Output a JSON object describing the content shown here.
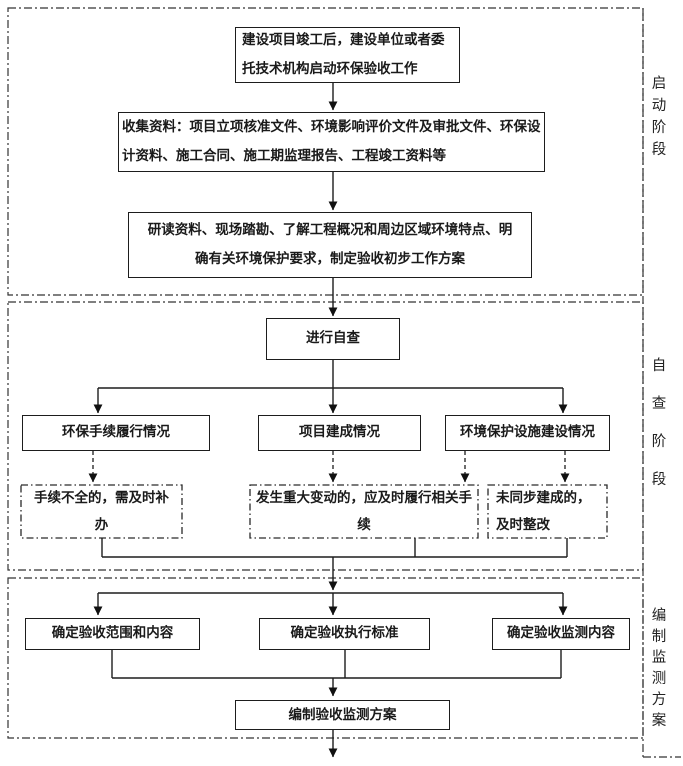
{
  "diagram": {
    "stage_labels": {
      "start": "启动阶段",
      "self_check": "自查阶段",
      "plan": "编制监测方案"
    },
    "start_stage": {
      "box_launch": "建设项目竣工后，建设单位或者委托技术机构启动环保验收工作",
      "box_collect": "收集资料：项目立项核准文件、环境影响评价文件及审批文件、环保设计资料、施工合同、施工期监理报告、工程竣工资料等",
      "box_study": "研读资料、现场踏勘、了解工程概况和周边区域环境特点、明确有关环境保护要求，制定验收初步工作方案"
    },
    "self_check_stage": {
      "box_self_check": "进行自查",
      "box_procedure": "环保手续履行情况",
      "box_completion": "项目建成情况",
      "box_facility": "环境保护设施建设情况",
      "note_incomplete": "手续不全的，需及时补办",
      "note_major_change": "发生重大变动的，应及时履行相关手续",
      "note_not_synced": "未同步建成的，及时整改"
    },
    "plan_stage": {
      "box_scope": "确定验收范围和内容",
      "box_standard": "确定验收执行标准",
      "box_monitor": "确定验收监测内容",
      "box_plan": "编制验收监测方案"
    },
    "colors": {
      "line": "#1d1d1d",
      "section_border": "#333333",
      "background": "#ffffff"
    }
  }
}
